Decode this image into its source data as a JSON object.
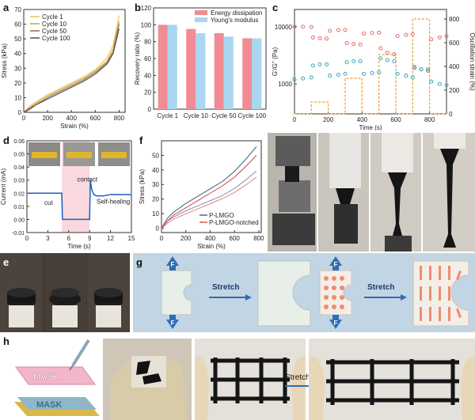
{
  "labels": {
    "a": "a",
    "b": "b",
    "c": "c",
    "d": "d",
    "e": "e",
    "f": "f",
    "g": "g",
    "h": "h"
  },
  "chart_data": [
    {
      "panel": "a",
      "type": "line",
      "xlabel": "Strain (%)",
      "ylabel": "Stress (kPa)",
      "xlim": [
        0,
        850
      ],
      "ylim": [
        0,
        70
      ],
      "xticks": [
        0,
        200,
        400,
        600,
        800
      ],
      "yticks": [
        0,
        10,
        20,
        30,
        40,
        50,
        60,
        70
      ],
      "legend_position": "top-left",
      "series": [
        {
          "name": "Cycle 1",
          "color": "#e8c24a",
          "x": [
            0,
            50,
            100,
            200,
            300,
            400,
            500,
            600,
            700,
            750,
            800
          ],
          "y": [
            0,
            4,
            7,
            12,
            16,
            20,
            24,
            29,
            37,
            46,
            66
          ]
        },
        {
          "name": "Cycle 10",
          "color": "#c9a13b",
          "x": [
            0,
            50,
            100,
            200,
            300,
            400,
            500,
            600,
            700,
            750,
            800
          ],
          "y": [
            0,
            3,
            6,
            11,
            15,
            19,
            23,
            28,
            35,
            43,
            62
          ]
        },
        {
          "name": "Cycle 50",
          "color": "#8d6e57",
          "x": [
            0,
            50,
            100,
            200,
            300,
            400,
            500,
            600,
            700,
            750,
            800
          ],
          "y": [
            0,
            3,
            5,
            10,
            14,
            18,
            22,
            27,
            34,
            41,
            60
          ]
        },
        {
          "name": "Cycle 100",
          "color": "#5a4d47",
          "x": [
            0,
            50,
            100,
            200,
            300,
            400,
            500,
            600,
            700,
            750,
            800
          ],
          "y": [
            0,
            2,
            5,
            9,
            13,
            17,
            21,
            26,
            33,
            40,
            57
          ]
        }
      ]
    },
    {
      "panel": "b",
      "type": "bar",
      "ylabel": "Recovery ratio (%)",
      "ylim": [
        0,
        120
      ],
      "yticks": [
        0,
        20,
        40,
        60,
        80,
        100,
        120
      ],
      "categories": [
        "Cycle 1",
        "Cycle 10",
        "Cycle 50",
        "Cycle 100"
      ],
      "legend_position": "top-right",
      "series": [
        {
          "name": "Energy dissipation",
          "color": "#f08c93",
          "values": [
            100,
            95,
            90,
            84
          ]
        },
        {
          "name": "Young's modulus",
          "color": "#a9d7f2",
          "values": [
            100,
            90,
            86,
            84
          ]
        }
      ]
    },
    {
      "panel": "c",
      "type": "scatter",
      "xlabel": "Time (s)",
      "ylabel": "G'/G'' (Pa)",
      "y2label": "Oscillation strain (%)",
      "xlim": [
        0,
        900
      ],
      "xticks": [
        0,
        200,
        400,
        600,
        800
      ],
      "yscale": "log",
      "ylim": [
        300,
        20000
      ],
      "yticks": [
        1000,
        10000
      ],
      "y2lim": [
        0,
        880
      ],
      "y2ticks": [
        0,
        200,
        400,
        600,
        800
      ],
      "series": [
        {
          "name": "G'",
          "color": "#e86a6a",
          "x": [
            0,
            50,
            100,
            110,
            150,
            190,
            210,
            260,
            300,
            310,
            350,
            390,
            410,
            460,
            500,
            510,
            550,
            590,
            610,
            660,
            700,
            710,
            750,
            790,
            810,
            860,
            900
          ],
          "y": [
            10000,
            10000,
            9900,
            6500,
            6300,
            6200,
            8500,
            8700,
            8800,
            5200,
            5000,
            4900,
            7600,
            7800,
            7900,
            4200,
            3500,
            3300,
            6900,
            7200,
            7400,
            2000,
            1800,
            1700,
            6000,
            6500,
            6800
          ]
        },
        {
          "name": "G''",
          "color": "#3aa6b9",
          "x": [
            0,
            50,
            100,
            110,
            150,
            190,
            210,
            260,
            300,
            310,
            350,
            390,
            410,
            460,
            500,
            510,
            550,
            590,
            610,
            660,
            700,
            710,
            750,
            790,
            810,
            860,
            900
          ],
          "y": [
            1200,
            1250,
            1300,
            2100,
            2200,
            2200,
            1400,
            1450,
            1500,
            2400,
            2500,
            2500,
            1500,
            1550,
            1600,
            2800,
            2600,
            2500,
            1500,
            1400,
            1300,
            1900,
            1800,
            1800,
            1100,
            1000,
            950
          ]
        },
        {
          "name": "strain",
          "color": "#e8a03a",
          "x": [
            0,
            100,
            100,
            200,
            200,
            300,
            300,
            400,
            400,
            500,
            500,
            600,
            600,
            700,
            700,
            800,
            800,
            900
          ],
          "y": [
            1,
            1,
            100,
            100,
            1,
            1,
            300,
            300,
            1,
            1,
            500,
            500,
            1,
            1,
            800,
            800,
            1,
            1
          ]
        }
      ]
    },
    {
      "panel": "d",
      "type": "line",
      "xlabel": "Time (s)",
      "ylabel": "Current (mA)",
      "xlim": [
        0,
        15
      ],
      "ylim": [
        -0.01,
        0.06
      ],
      "xticks": [
        0,
        3,
        6,
        9,
        12,
        15
      ],
      "yticks": [
        -0.01,
        0.0,
        0.01,
        0.02,
        0.03,
        0.04,
        0.05,
        0.06
      ],
      "annotations": [
        "cut",
        "contact",
        "Self-healing"
      ],
      "series": [
        {
          "name": "current",
          "color": "#1f5fbf",
          "x": [
            0,
            1,
            2,
            3,
            4,
            5,
            5.1,
            6,
            7,
            8,
            9,
            9.1,
            9.3,
            9.6,
            10,
            11,
            12,
            13,
            14,
            15
          ],
          "y": [
            0.02,
            0.02,
            0.02,
            0.02,
            0.02,
            0.02,
            0.0,
            0.0,
            0.0,
            0.0,
            0.0,
            0.03,
            0.023,
            0.019,
            0.018,
            0.018,
            0.019,
            0.019,
            0.019,
            0.019
          ]
        }
      ]
    },
    {
      "panel": "f",
      "type": "line",
      "xlabel": "Strain (%)",
      "ylabel": "Stress (kPa)",
      "xlim": [
        0,
        820
      ],
      "ylim": [
        -3,
        60
      ],
      "xticks": [
        0,
        200,
        400,
        600,
        800
      ],
      "yticks": [
        0,
        10,
        20,
        30,
        40,
        50
      ],
      "legend_position": "bottom-right",
      "series": [
        {
          "name": "P-LMGO",
          "color": "#4a6e8a",
          "x": [
            0,
            50,
            100,
            200,
            300,
            400,
            500,
            600,
            700,
            780
          ],
          "y": [
            0,
            7,
            11,
            17,
            22,
            27,
            32,
            39,
            48,
            56
          ]
        },
        {
          "name": "P-LMGO-notched",
          "color": "#d9534f",
          "x": [
            0,
            50,
            100,
            200,
            300,
            400,
            500,
            600,
            700,
            780
          ],
          "y": [
            0,
            5,
            9,
            14,
            19,
            24,
            29,
            35,
            43,
            50
          ]
        }
      ]
    }
  ],
  "g": {
    "stretch_left": "Stretch",
    "stretch_right": "Stretch",
    "force_label": "F"
  },
  "h": {
    "mask_top": "MASK",
    "mask_bottom": "MASK",
    "stretch": "Stretch"
  }
}
